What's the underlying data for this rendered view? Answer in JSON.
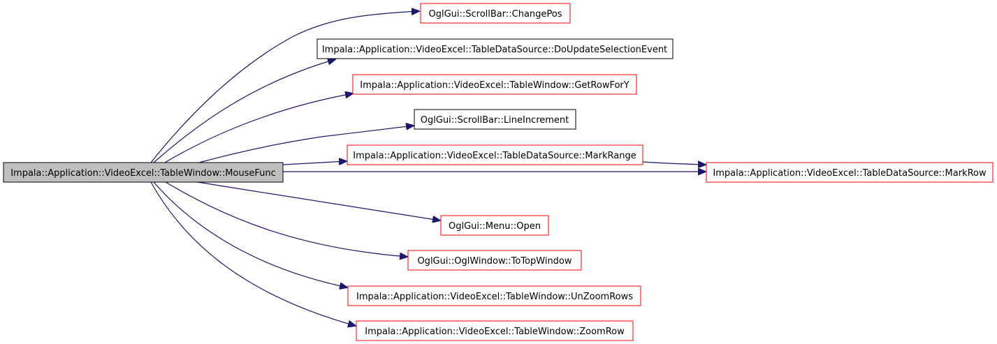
{
  "colors": {
    "edge": "#191970",
    "root_fill": "#bfbfbf",
    "root_border": "#000000",
    "documented_border": "#000000",
    "undocumented_border": "#ff0000",
    "node_fill": "#ffffff"
  },
  "root": {
    "label": "Impala::Application::VideoExcel::TableWindow::MouseFunc"
  },
  "callees": [
    {
      "label": "OglGui::ScrollBar::ChangePos",
      "border": "red"
    },
    {
      "label": "Impala::Application::VideoExcel::TableDataSource::DoUpdateSelectionEvent",
      "border": "black"
    },
    {
      "label": "Impala::Application::VideoExcel::TableWindow::GetRowForY",
      "border": "red"
    },
    {
      "label": "OglGui::ScrollBar::LineIncrement",
      "border": "black"
    },
    {
      "label": "Impala::Application::VideoExcel::TableDataSource::MarkRange",
      "border": "red"
    },
    {
      "label": "Impala::Application::VideoExcel::TableDataSource::MarkRow",
      "border": "red"
    },
    {
      "label": "OglGui::Menu::Open",
      "border": "red"
    },
    {
      "label": "OglGui::OglWindow::ToTopWindow",
      "border": "red"
    },
    {
      "label": "Impala::Application::VideoExcel::TableWindow::UnZoomRows",
      "border": "red"
    },
    {
      "label": "Impala::Application::VideoExcel::TableWindow::ZoomRow",
      "border": "red"
    }
  ]
}
